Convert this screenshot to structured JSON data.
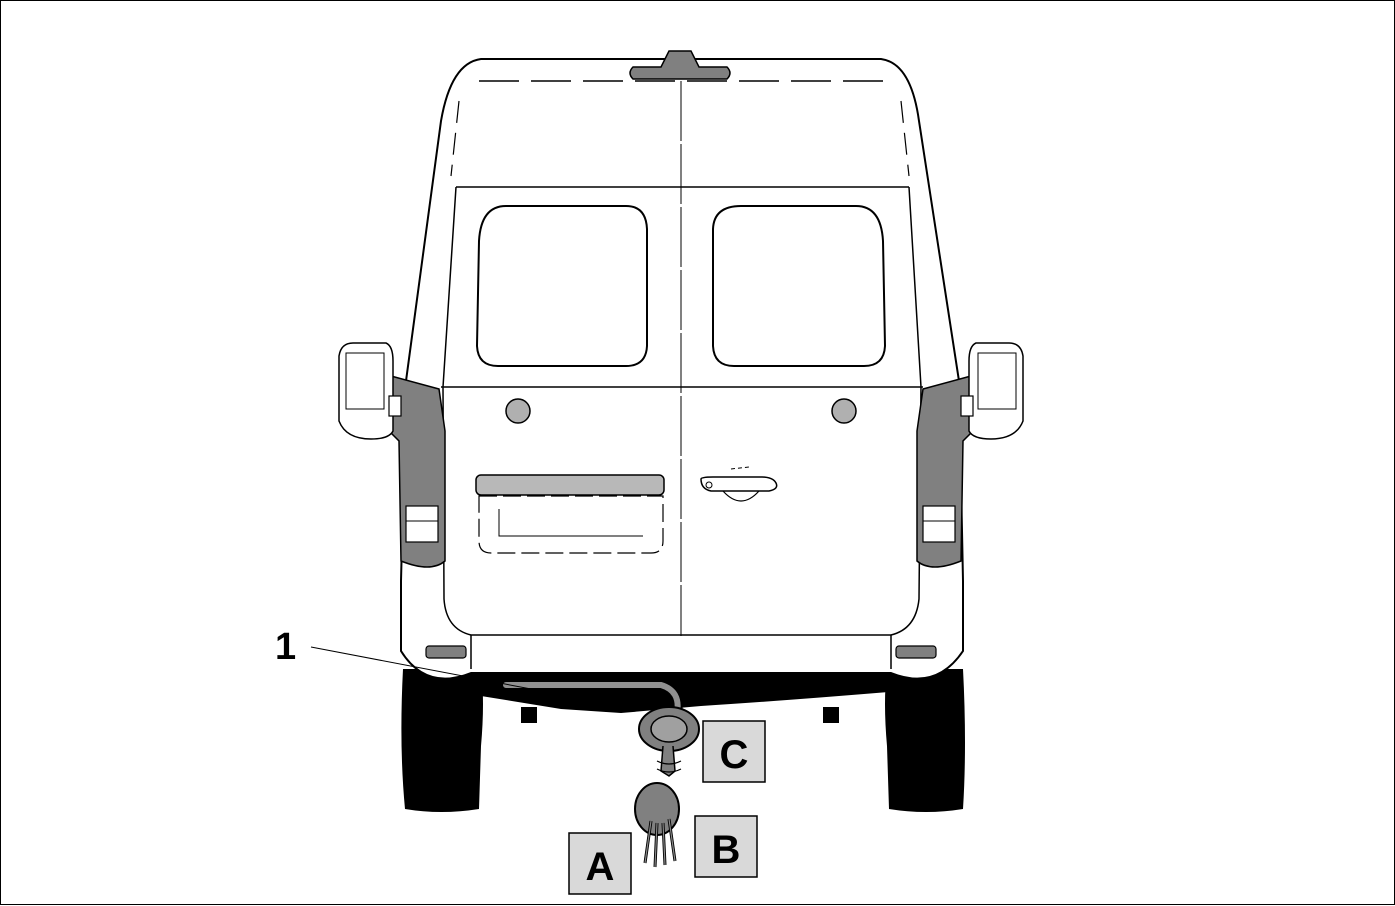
{
  "callouts": {
    "part_1": "1",
    "label_a": "A",
    "label_b": "B",
    "label_c": "C"
  },
  "colors": {
    "outline": "#000000",
    "body": "#ffffff",
    "lamp": "#808080",
    "handle_strip": "#b8b8b8",
    "tire": "#000000",
    "label_box": "#d9d9d9"
  }
}
